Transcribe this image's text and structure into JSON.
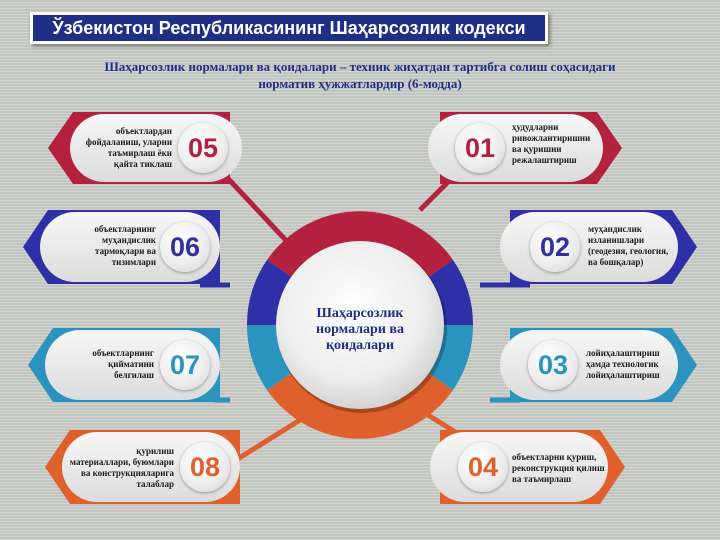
{
  "header": {
    "title": "Ўзбекистон Республикасининг Шаҳарсозлик кодекси",
    "subtitle_line1": "Шаҳарсозлик нормалари ва қоидалари – техник  жиҳатдан тартибга солиш соҳасидаги",
    "subtitle_line2": "норматив ҳужжатлардир (6-модда)"
  },
  "center": {
    "line1": "Шаҳарсозлик",
    "line2": "нормалари ва",
    "line3": "қоидалари"
  },
  "items": [
    {
      "num": "01",
      "color": "#b3213f",
      "lines": [
        "ҳудудларни",
        "ривожлантиришни",
        "ва қуришни",
        "режалаштириш"
      ]
    },
    {
      "num": "02",
      "color": "#2f2fa6",
      "lines": [
        "муҳандислик",
        "изланишлари",
        "(геодезия, геология,",
        "ва бошқалар)"
      ]
    },
    {
      "num": "03",
      "color": "#2b94be",
      "lines": [
        "лойиҳалаштириш",
        "ҳамда технологик",
        "лойиҳалаштириш"
      ]
    },
    {
      "num": "04",
      "color": "#e0602d",
      "lines": [
        "объектларни қуриш,",
        "реконструкция қилиш",
        "ва таъмирлаш"
      ]
    },
    {
      "num": "05",
      "color": "#b3213f",
      "lines": [
        "объектлардан",
        "фойдаланиш, уларни",
        "таъмирлаш ёки",
        "қайта тиклаш"
      ]
    },
    {
      "num": "06",
      "color": "#2f2fa6",
      "lines": [
        "объектларнинг",
        "муҳандислик",
        "тармоқлари ва",
        "тизимлари"
      ]
    },
    {
      "num": "07",
      "color": "#2b94be",
      "lines": [
        "объектларнинг",
        "қийматини",
        "белгилаш"
      ]
    },
    {
      "num": "08",
      "color": "#e0602d",
      "lines": [
        "қурилиш",
        "материаллари, буюмлари",
        "ва конструкцияларига",
        "талаблар"
      ]
    }
  ],
  "colors": {
    "title_bg": "#1f2f86",
    "crimson": "#b3213f",
    "blue": "#2f2fa6",
    "teal": "#2b94be",
    "orange": "#e0602d"
  }
}
